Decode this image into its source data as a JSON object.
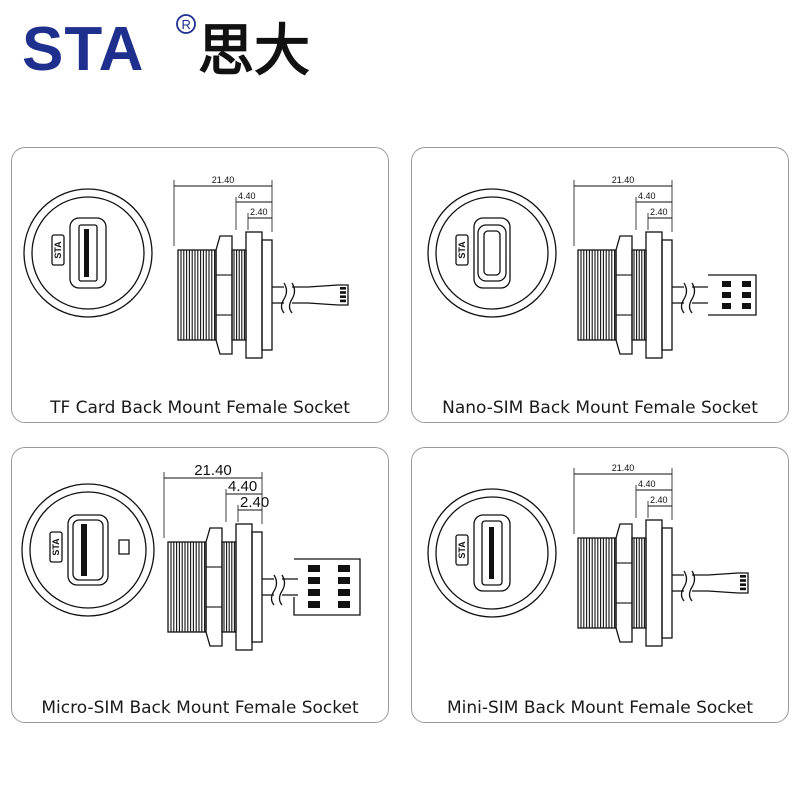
{
  "brand": {
    "latin": "STA",
    "registered": "R",
    "cjk": "思大",
    "latin_color": "#1e2f8e"
  },
  "cards": [
    {
      "caption": "TF Card Back Mount Female Socket",
      "dimensions": {
        "overall": "21.40",
        "middle": "4.40",
        "small": "2.40"
      },
      "front_mark": "STA",
      "variant": "tf"
    },
    {
      "caption": "Nano-SIM Back Mount Female Socket",
      "dimensions": {
        "overall": "21.40",
        "middle": "4.40",
        "small": "2.40"
      },
      "front_mark": "STA",
      "variant": "nano"
    },
    {
      "caption": "Micro-SIM Back Mount Female Socket",
      "dimensions": {
        "overall": "21.40",
        "middle": "4.40",
        "small": "2.40"
      },
      "front_mark": "STA",
      "variant": "micro"
    },
    {
      "caption": "Mini-SIM Back Mount Female Socket",
      "dimensions": {
        "overall": "21.40",
        "middle": "4.40",
        "small": "2.40"
      },
      "front_mark": "STA",
      "variant": "mini"
    }
  ]
}
